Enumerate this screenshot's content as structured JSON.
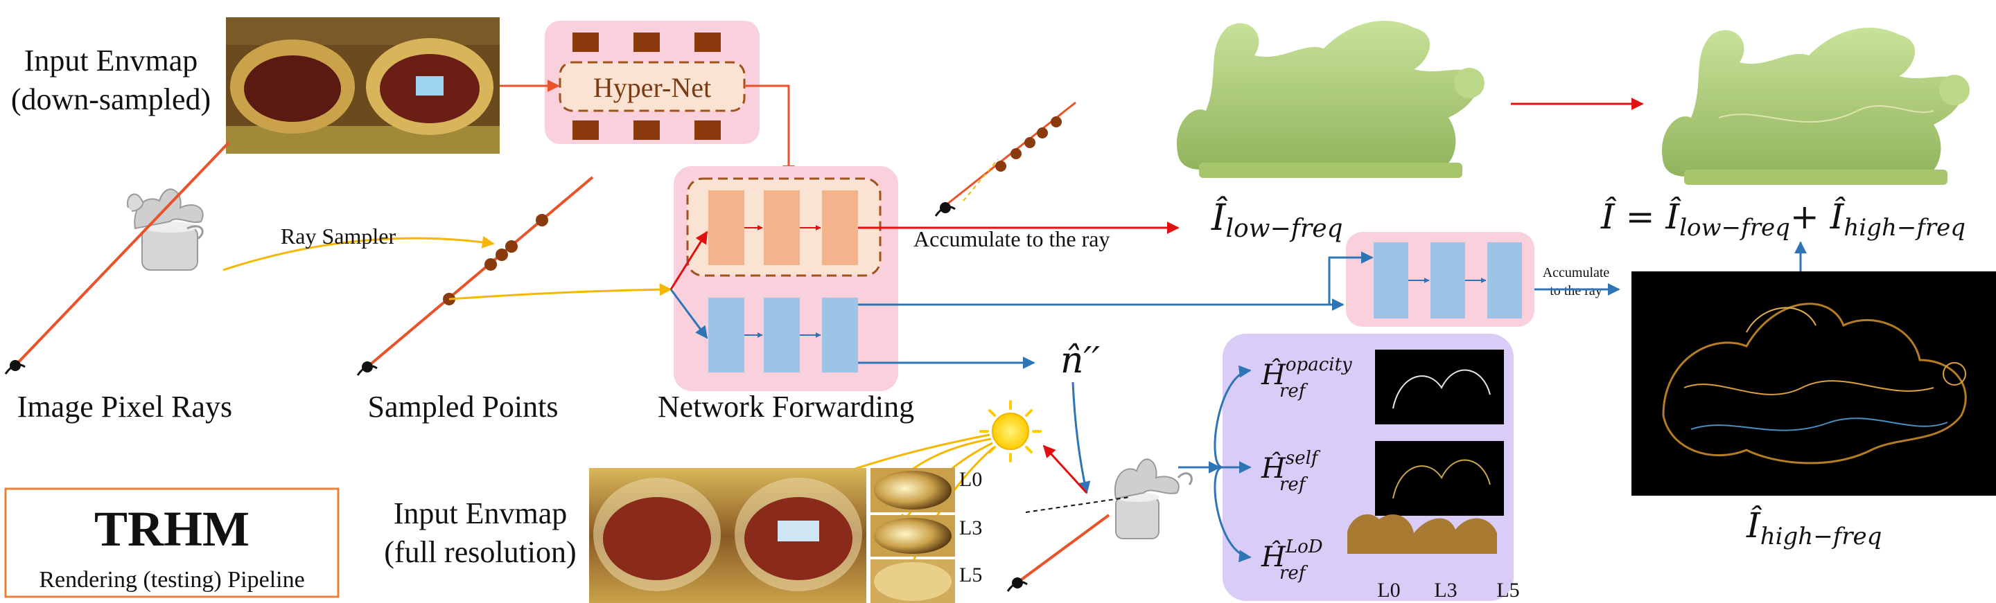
{
  "labels": {
    "input_envmap_down": "Input Envmap",
    "input_envmap_down_2": "(down-sampled)",
    "hypernet": "Hyper-Net",
    "ray_sampler": "Ray Sampler",
    "image_pixel_rays": "Image Pixel Rays",
    "sampled_points": "Sampled Points",
    "network_forwarding": "Network Forwarding",
    "accumulate_main": "Accumulate to the ray",
    "accumulate_small_1": "Accumulate",
    "accumulate_small_2": "to the ray",
    "input_envmap_full": "Input Envmap",
    "input_envmap_full_2": "(full resolution)",
    "level_L0": "L0",
    "level_L3": "L3",
    "level_L5": "L5",
    "lod_L0": "L0",
    "lod_L3": "L3",
    "lod_L5": "L5",
    "trhm_title": "TRHM",
    "trhm_subtitle": "Rendering (testing) Pipeline"
  },
  "math": {
    "i_low": "Î",
    "i_low_sub": "low−freq",
    "n_hat": "n̂′′",
    "i_high": "Î",
    "i_high_sub": "high−freq",
    "eq_lhs": "Î = Î",
    "eq_sub1": "low−freq",
    "eq_plus": "+ Î",
    "eq_sub2": "high−freq",
    "h_base": "Ĥ",
    "h_opacity_sup": "opacity",
    "h_self_sup": "self",
    "h_lod_sup": "LoD",
    "h_ref_sub": "ref"
  },
  "colors": {
    "orange_line": "#e8532a",
    "red_arrow": "#e01010",
    "blue_arrow": "#2e75b6",
    "yellow_arrow": "#f5b800",
    "pink_box": "#f9d0dc",
    "lavender_box": "#d9ccf7",
    "peach_layer": "#f4b38a",
    "blue_layer": "#9dc3e6",
    "brown_block": "#8b3a0e",
    "trhm_border": "#e8823a"
  }
}
